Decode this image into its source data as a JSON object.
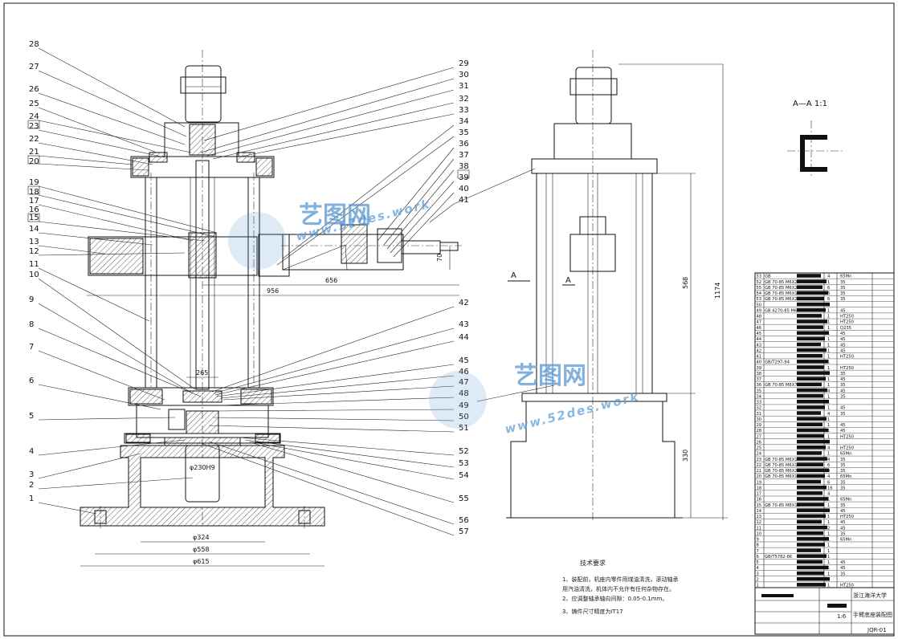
{
  "part_numbers": [
    "1",
    "2",
    "3",
    "4",
    "5",
    "6",
    "7",
    "8",
    "9",
    "10",
    "11",
    "12",
    "13",
    "14",
    "15",
    "16",
    "17",
    "18",
    "19",
    "20",
    "21",
    "22",
    "23",
    "24",
    "25",
    "26",
    "27",
    "28",
    "29",
    "30",
    "31",
    "32",
    "33",
    "34",
    "35",
    "36",
    "37",
    "38",
    "39",
    "40",
    "41",
    "42",
    "43",
    "44",
    "45",
    "46",
    "47",
    "48",
    "49",
    "50",
    "51",
    "52",
    "53",
    "54",
    "55",
    "56",
    "57"
  ],
  "boxed_numbers": [
    "15",
    "18",
    "20",
    "23",
    "38"
  ],
  "dimensions": {
    "d656": "656",
    "d956": "956",
    "d70": "70",
    "d265": "265",
    "bore": "φ230H9",
    "d324": "φ324",
    "d558": "φ558",
    "d615": "φ615",
    "h568": "568",
    "h1174": "1174",
    "h330": "330"
  },
  "section": {
    "view_title": "A—A  1:1",
    "marker": "A"
  },
  "watermark": {
    "brand": "艺图网",
    "url": "www.52des.work"
  },
  "notes": {
    "heading": "技术要求",
    "items": [
      "1、装配前，机座内零件用煤油清洗，滚动轴承",
      "   用汽油清洗，机体内不允许有任何杂物存在。",
      "2、应调整轴承轴向间隙：0.05-0.1mm。",
      "3、铸件尺寸精度为IT17"
    ]
  },
  "bom": {
    "numbers": [
      "53",
      "52",
      "55",
      "54",
      "53",
      "50",
      "49",
      "48",
      "47",
      "46",
      "45",
      "44",
      "43",
      "42",
      "41",
      "40",
      "39",
      "38",
      "37",
      "36",
      "35",
      "34",
      "33",
      "32",
      "31",
      "30",
      "29",
      "28",
      "27",
      "26",
      "25",
      "24",
      "23",
      "22",
      "21",
      "20",
      "19",
      "18",
      "17",
      "16",
      "15",
      "14",
      "13",
      "12",
      "11",
      "10",
      "9",
      "8",
      "7",
      "6",
      "5",
      "4",
      "3",
      "2",
      "1"
    ],
    "qty": [
      "4",
      "1",
      "6",
      "6",
      "6",
      "1",
      "1",
      "1",
      "1",
      "1",
      "1",
      "1",
      "1",
      "1",
      "1",
      "1",
      "1",
      "1",
      "1",
      "1",
      "4",
      "1",
      "1",
      "1",
      "4",
      "1",
      "1",
      "1",
      "1",
      "1",
      "4",
      "1",
      "4",
      "6",
      "4",
      "4",
      "6",
      "16",
      "4",
      "1",
      "1",
      "1",
      "1",
      "1",
      "2",
      "1",
      "1",
      "1",
      "1",
      "1",
      "1",
      "1",
      "1",
      "1",
      "1"
    ],
    "materials": [
      "65Mn",
      "35",
      "35",
      "35",
      "35",
      "",
      "45",
      "HT250",
      "HT250",
      "Q235",
      "45",
      "45",
      "45",
      "45",
      "HT250",
      "",
      "HT250",
      "35",
      "45",
      "35",
      "45",
      "35",
      "",
      "45",
      "35",
      "",
      "45",
      "45",
      "HT250",
      "",
      "HT250",
      "65Mn",
      "35",
      "35",
      "35",
      "65Mn",
      "35",
      "35",
      "",
      "65Mn",
      "35",
      "45",
      "HT250",
      "45",
      "45",
      "35",
      "65Mn",
      "",
      "",
      "",
      "45",
      "45",
      "35",
      "",
      "HT250"
    ],
    "part_codes": [
      "GB",
      "GB 70-85 M6X25",
      "GB 70-85 M6X20",
      "GB 70-85 M6X12",
      "GB 70-85 M6X20",
      "",
      "GB 4270-85 M6",
      "",
      "",
      "",
      "",
      "",
      "",
      "",
      "",
      "GB/T297-94",
      "",
      "",
      "",
      "GB 70-85 M8X70",
      "",
      "",
      "",
      "",
      "",
      "",
      "",
      "",
      "",
      "",
      "",
      "",
      "GB 70-85 M6X16",
      "GB 70-85 M6X10",
      "GB 70-85 M6X20",
      "GB 70-85 M6X16",
      "",
      "",
      "",
      "",
      "GB 70-85 M8X12",
      "",
      "",
      "",
      "",
      "",
      "",
      "",
      "",
      "GB/T5782-86",
      "",
      "",
      "",
      "",
      ""
    ]
  },
  "title_block": {
    "school": "浙江海洋大学",
    "drawing_title": "手臂底座装配图",
    "drawing_no": "JQR-01",
    "scale_small": "1:6"
  }
}
